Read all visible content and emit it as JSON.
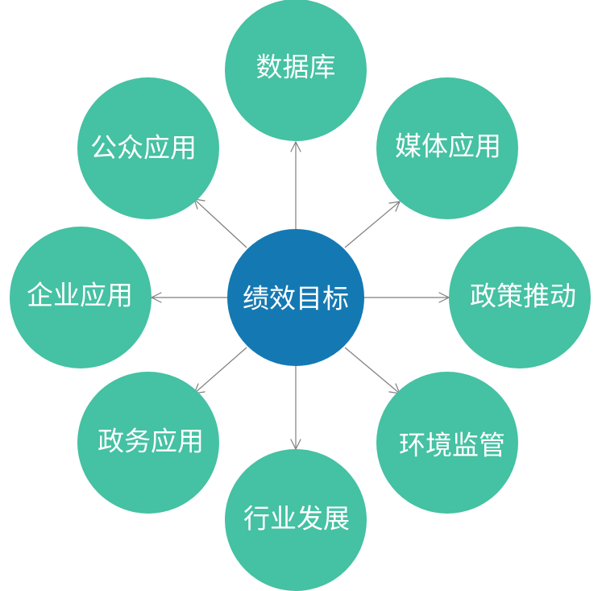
{
  "colors": {
    "center_fill": "#1479b3",
    "outer_fill": "#45c1a3",
    "connector": "#7f7f7f",
    "label": "#ffffff"
  },
  "center": {
    "label": "绩效目标"
  },
  "nodes": [
    {
      "id": "database",
      "label": "数据库"
    },
    {
      "id": "media",
      "label": "媒体应用"
    },
    {
      "id": "policy",
      "label": "政策推动"
    },
    {
      "id": "environment",
      "label": "环境监管"
    },
    {
      "id": "industry",
      "label": "行业发展"
    },
    {
      "id": "government",
      "label": "政务应用"
    },
    {
      "id": "enterprise",
      "label": "企业应用"
    },
    {
      "id": "public",
      "label": "公众应用"
    }
  ]
}
